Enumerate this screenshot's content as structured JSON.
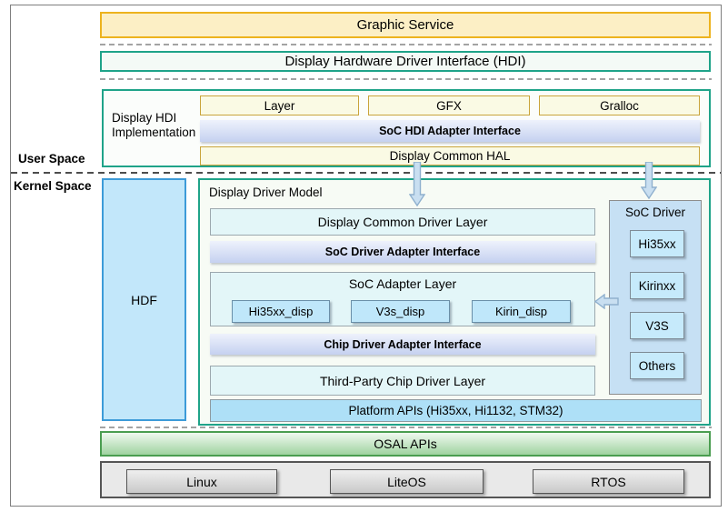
{
  "top": {
    "graphic_service": "Graphic Service",
    "hdi": "Display Hardware Driver Interface (HDI)"
  },
  "impl": {
    "label_line1": "Display HDI",
    "label_line2": "Implementation",
    "modules": [
      "Layer",
      "GFX",
      "Gralloc"
    ],
    "adapter": "SoC HDI Adapter Interface",
    "hal": "Display Common HAL"
  },
  "spaces": {
    "user": "User Space",
    "kernel": "Kernel Space"
  },
  "kernel": {
    "hdf": "HDF",
    "ddm": {
      "title": "Display Driver Model",
      "common_layer": "Display Common Driver Layer",
      "soc_adapter_interface": "SoC Driver Adapter Interface",
      "soc_adapter_layer": {
        "title": "SoC Adapter Layer",
        "chips": [
          "Hi35xx_disp",
          "V3s_disp",
          "Kirin_disp"
        ]
      },
      "chip_adapter_interface": "Chip Driver Adapter Interface",
      "third_party": "Third-Party Chip Driver Layer",
      "platform_apis": "Platform APIs (Hi35xx, Hi1132, STM32)"
    },
    "soc_driver": {
      "title": "SoC Driver",
      "items": [
        "Hi35xx",
        "Kirinxx",
        "V3S",
        "Others"
      ]
    }
  },
  "osal": {
    "label": "OSAL APIs"
  },
  "os": {
    "items": [
      "Linux",
      "LiteOS",
      "RTOS"
    ]
  },
  "colors": {
    "teal_border": "#1fa389",
    "gold_border": "#edb31e",
    "yellow_fill": "#fafae4",
    "blue_gradient_bottom": "#c5d1f0",
    "hdf_fill": "#c2e7fa",
    "hdf_border": "#3d9bd8",
    "cyan_layer_fill": "#e3f6f8",
    "chip_fill": "#bfe7fa",
    "soc_driver_fill": "#c6e0f4",
    "osal_green": "#9fd3a0",
    "os_gray": "#d9d9d9",
    "arrow_fill": "#c9dff1"
  }
}
